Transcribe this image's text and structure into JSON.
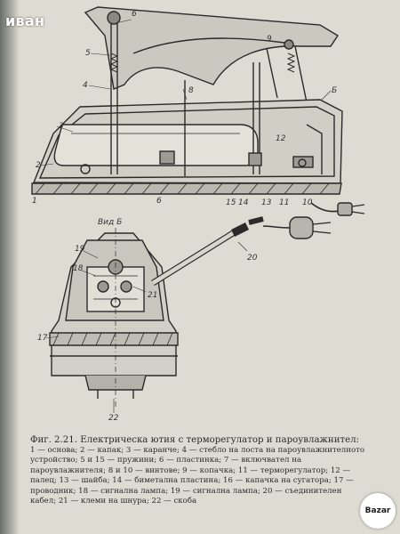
{
  "watermark": "иван",
  "drawing": {
    "labels": {
      "l1": "1",
      "l2": "2",
      "l3": "3",
      "l4": "4",
      "l5": "5",
      "l6": "6",
      "l6b": "6",
      "l8": "8",
      "l9": "9",
      "l10": "10",
      "l11": "11",
      "l12": "12",
      "l13": "13",
      "l14": "14",
      "l15": "15",
      "lB": "Б",
      "view": "Вид Б",
      "l17": "17",
      "l18": "18",
      "l19": "19",
      "l20": "20",
      "l21": "21",
      "l22": "22"
    }
  },
  "caption": {
    "title": "Фиг. 2.21. Електрическа ютия с терморегулатор и пароувлажнител:",
    "text": "1 — основа; 2 — капак; 3 — каранче; 4 — стебло на лоста на пароувлажнителното устройство; 5 и 15 — пружини; 6 — пластинка; 7 — включвател на пароувлажнителя; 8 и 10 — винтове; 9 — копачка; 11 — терморегулатор; 12 — палец; 13 — шайба; 14 — биметална пластина; 16 — капачка на сугатора; 17 — проводник; 18 — сигнална лампа; 19 — сигнална лампа; 20 — съединителен кабел; 21 — клеми на шнура; 22 — скоба"
  },
  "logo": {
    "text": "Bazar"
  }
}
